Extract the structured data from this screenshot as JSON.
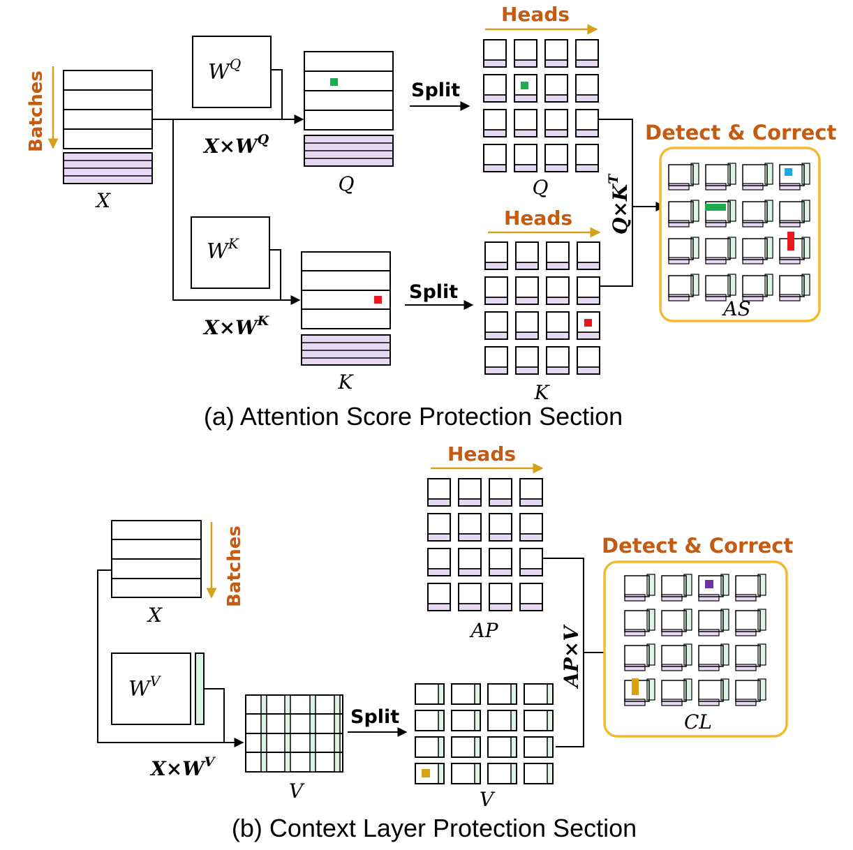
{
  "colors": {
    "accent_orange": "#C55A11",
    "gold": "#D4A017",
    "box_border": "#F5B82E",
    "purple_fill": "#E7D9F4",
    "green_fill": "#DDF3E6",
    "err_green": "#1DAA50",
    "err_red": "#E8181C",
    "err_blue": "#1FA7E1",
    "err_purple": "#7030A0",
    "err_gold": "#D9A20E"
  },
  "section_a": {
    "caption": "(a) Attention Score Protection Section",
    "batches_label": "Batches",
    "x_label": "X",
    "wq_base": "W",
    "wq_sup": "Q",
    "wk_base": "W",
    "wk_sup": "K",
    "xwq_base": "X×W",
    "xwq_sup": "Q",
    "xwk_base": "X×W",
    "xwk_sup": "K",
    "q_label": "Q",
    "k_label": "K",
    "split_q": "Split",
    "split_k": "Split",
    "heads_q": "Heads",
    "heads_k": "Heads",
    "q_heads_label": "Q",
    "k_heads_label": "K",
    "qkt_base": "Q×K",
    "qkt_sup": "T",
    "detect_label": "Detect & Correct",
    "as_label": "AS"
  },
  "section_b": {
    "caption": "(b) Context Layer Protection Section",
    "batches_label": "Batches",
    "x_label": "X",
    "wv_base": "W",
    "wv_sup": "V",
    "xwv_base": "X×W",
    "xwv_sup": "V",
    "v_label": "V",
    "split_v": "Split",
    "v_heads_label": "V",
    "heads_ap": "Heads",
    "ap_label": "AP",
    "apv_label": "AP×V",
    "detect_label": "Detect & Correct",
    "cl_label": "CL"
  }
}
